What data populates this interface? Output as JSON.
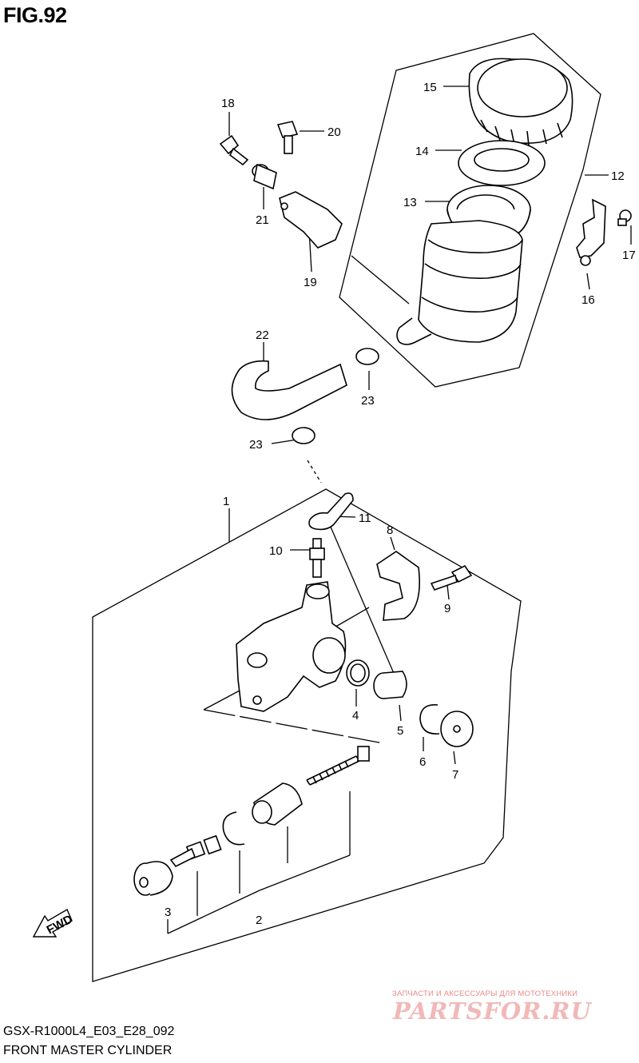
{
  "figure_title": "FIG.92",
  "footer": {
    "model_code": "GSX-R1000L4_E03_E28_092",
    "section_name": "FRONT MASTER CYLINDER"
  },
  "watermark": {
    "tagline": "ЗАПЧАСТИ И АКСЕССУАРЫ ДЛЯ МОТОТЕХНИКИ",
    "logo": "PARTSFOR.RU"
  },
  "fwd_label": "FWD",
  "callouts": [
    "1",
    "2",
    "3",
    "4",
    "5",
    "6",
    "7",
    "8",
    "9",
    "10",
    "11",
    "12",
    "13",
    "14",
    "15",
    "16",
    "17",
    "18",
    "19",
    "20",
    "21",
    "22",
    "23",
    "23"
  ]
}
